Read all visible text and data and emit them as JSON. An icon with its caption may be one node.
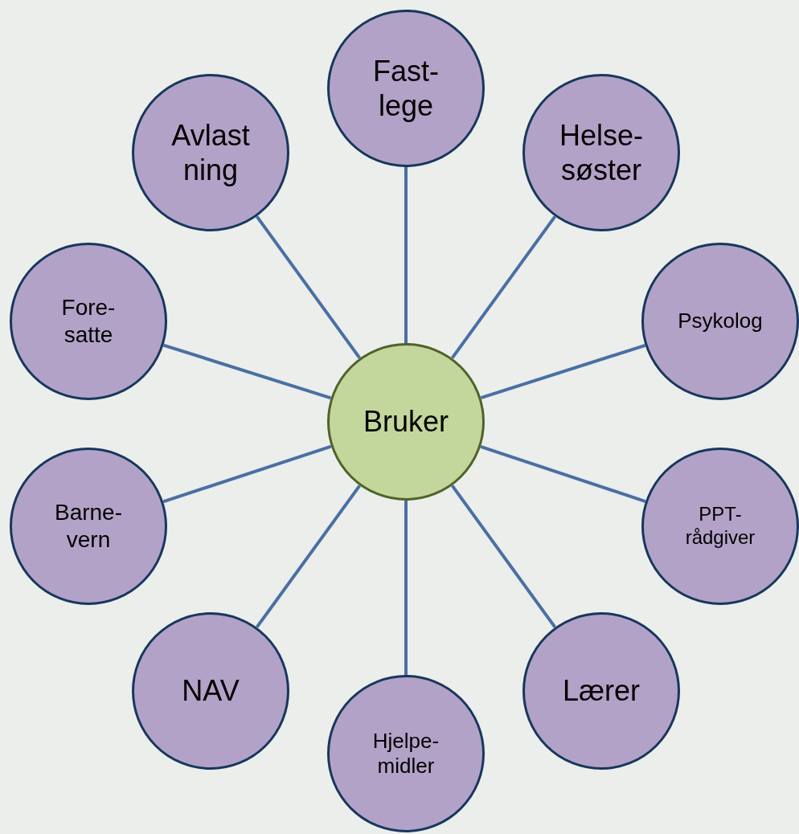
{
  "diagram": {
    "nodes": [
      {
        "text": [
          "Bruker"
        ]
      },
      {
        "text": [
          "Fast- lege"
        ]
      },
      {
        "text": [
          "Helse- søster"
        ]
      },
      {
        "text": [
          "Psykolog"
        ]
      },
      {
        "text": [
          "PPT- rådgiver"
        ]
      },
      {
        "text": [
          "Lærer"
        ]
      },
      {
        "text": [
          "Hjelpe- midler"
        ]
      },
      {
        "text": [
          "NAV"
        ]
      },
      {
        "text": [
          "Barne- vern"
        ]
      },
      {
        "text": [
          "Fore- satte"
        ]
      },
      {
        "text": [
          "Avlast ning"
        ]
      }
    ],
    "edges": [
      {
        "from": 0,
        "to": 1,
        "arrow": "none"
      },
      {
        "from": 0,
        "to": 2,
        "arrow": "none"
      },
      {
        "from": 0,
        "to": 3,
        "arrow": "none"
      },
      {
        "from": 0,
        "to": 4,
        "arrow": "none"
      },
      {
        "from": 0,
        "to": 5,
        "arrow": "none"
      },
      {
        "from": 0,
        "to": 6,
        "arrow": "none"
      },
      {
        "from": 0,
        "to": 7,
        "arrow": "none"
      },
      {
        "from": 0,
        "to": 8,
        "arrow": "none"
      },
      {
        "from": 0,
        "to": 9,
        "arrow": "none"
      },
      {
        "from": 0,
        "to": 10,
        "arrow": "none"
      }
    ]
  }
}
